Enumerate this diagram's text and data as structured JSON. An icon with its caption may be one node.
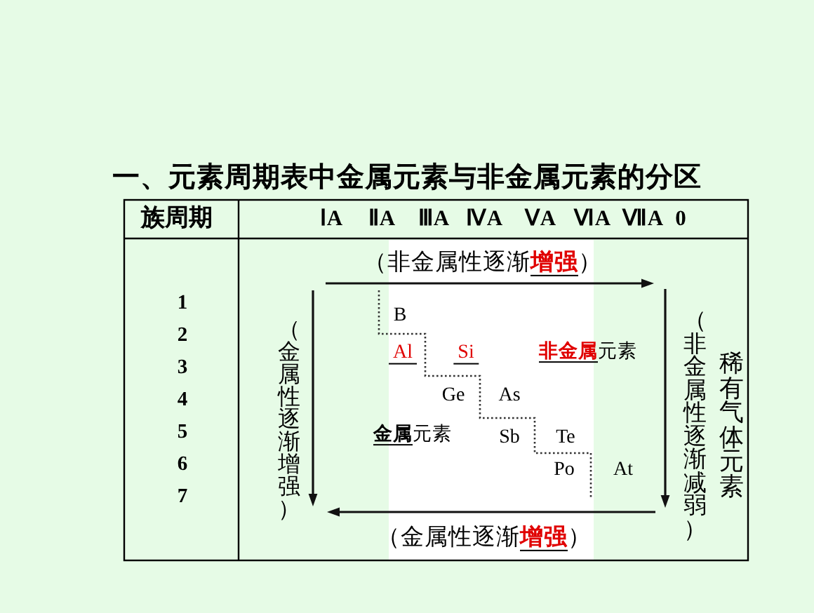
{
  "diagram": {
    "title": "一、元素周期表中金属元素与非金属元素的分区",
    "labels": [
      "族周期",
      "ⅠA",
      "ⅡA",
      "ⅢA",
      "ⅣA",
      "ⅤA",
      "ⅥA",
      "ⅦA",
      "0",
      "（非金属性逐渐**增强**）",
      "1",
      "2",
      "3",
      "4",
      "5",
      "6",
      "7",
      "（金属性逐渐增强）",
      "B",
      "Al",
      "Si",
      "**非金属**元素",
      "Ge",
      "As",
      "**金属**元素",
      "Sb",
      "Te",
      "Po",
      "At",
      "（非金属性逐渐减弱）",
      "稀有气体元素",
      "（金属性逐渐**增强**）"
    ]
  }
}
